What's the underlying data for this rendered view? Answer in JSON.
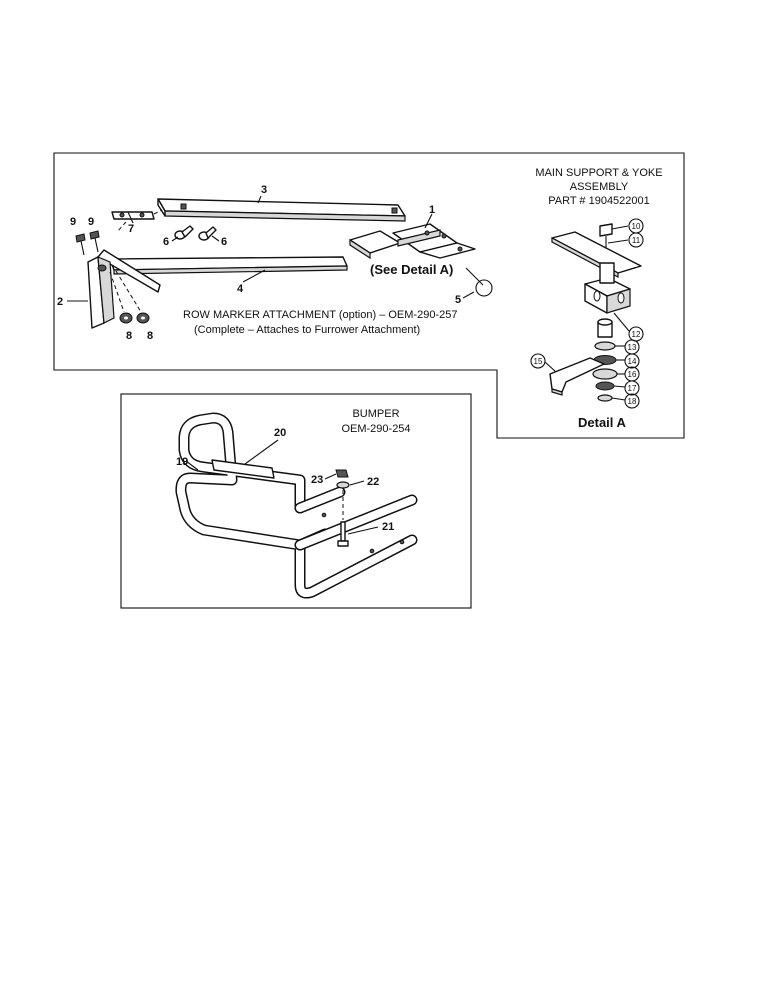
{
  "row_marker": {
    "caption_line1": "ROW MARKER ATTACHMENT (option) – OEM-290-257",
    "caption_line2": "(Complete – Attaches to Furrower Attachment)",
    "see_detail": "(See Detail A)",
    "labels": {
      "p1": "1",
      "p2": "2",
      "p3": "3",
      "p4": "4",
      "p5": "5",
      "p6a": "6",
      "p6b": "6",
      "p7": "7",
      "p8a": "8",
      "p8b": "8",
      "p9a": "9",
      "p9b": "9"
    }
  },
  "main_support": {
    "title_line1": "MAIN SUPPORT & YOKE",
    "title_line2": "ASSEMBLY",
    "title_line3": "PART # 1904522001",
    "detail_label": "Detail A",
    "callouts": {
      "c10": "10",
      "c11": "11",
      "c12": "12",
      "c13": "13",
      "c14": "14",
      "c15": "15",
      "c16": "16",
      "c17": "17",
      "c18": "18"
    }
  },
  "bumper": {
    "title_line1": "BUMPER",
    "title_line2": "OEM-290-254",
    "labels": {
      "p19": "19",
      "p20": "20",
      "p21": "21",
      "p22": "22",
      "p23": "23"
    }
  }
}
